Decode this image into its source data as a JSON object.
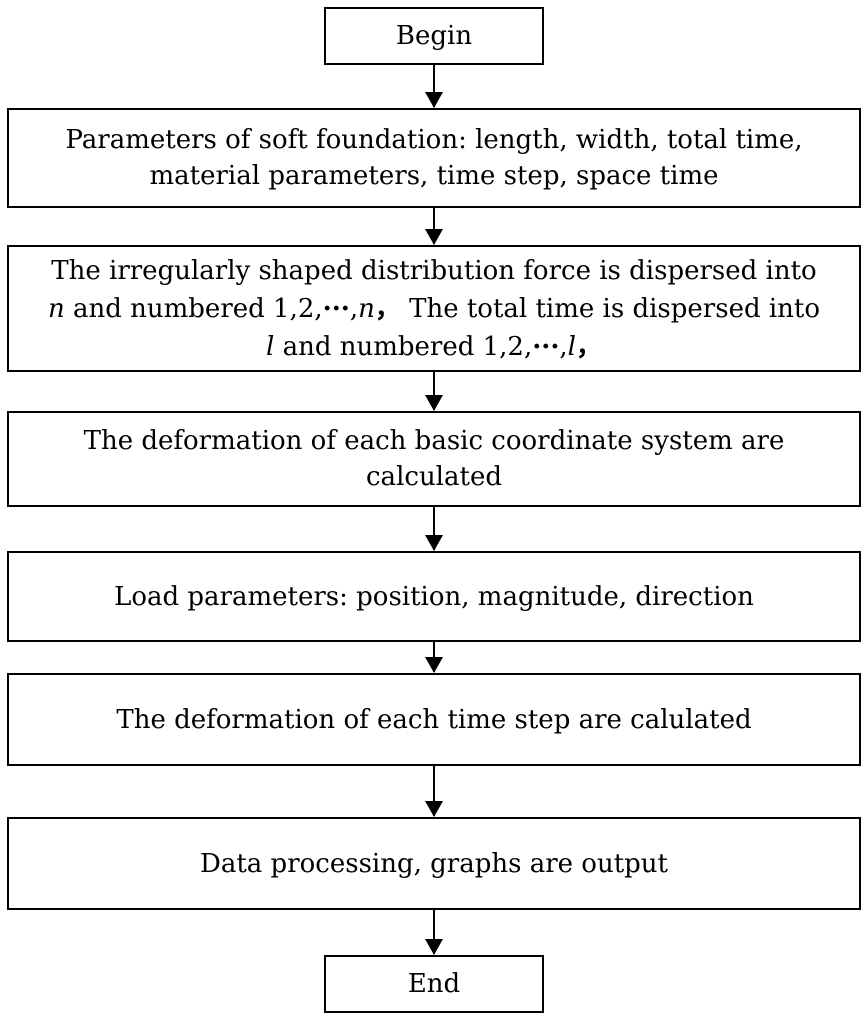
{
  "flowchart": {
    "steps": [
      {
        "id": "begin",
        "lines": [
          "Begin"
        ]
      },
      {
        "id": "soft-foundation-parameters",
        "lines": [
          "Parameters of soft foundation: length, width, total time,",
          "material parameters, time step, space time"
        ]
      },
      {
        "id": "force-dispersion",
        "line1": "The irregularly shaped distribution force is dispersed into",
        "line2": {
          "var": "n",
          "text_a": " and numbered 1,2,",
          "ellipsis": "···",
          "comma": ",",
          "var_end": "n",
          "sep": "，",
          "text_b": " The total time is dispersed into"
        },
        "line3": {
          "var": "l",
          "text_a": " and numbered 1,2,",
          "ellipsis": "···",
          "comma": ",",
          "var_end": "l",
          "sep": "，"
        }
      },
      {
        "id": "basic-coordinate-deformation",
        "lines": [
          "The deformation of each basic coordinate system are",
          "calculated"
        ]
      },
      {
        "id": "load-parameters",
        "lines": [
          "Load parameters: position, magnitude, direction"
        ]
      },
      {
        "id": "time-step-deformation",
        "lines": [
          "The deformation of each time step are calulated"
        ]
      },
      {
        "id": "data-processing",
        "lines": [
          "Data processing, graphs are output"
        ]
      },
      {
        "id": "end",
        "lines": [
          "End"
        ]
      }
    ]
  }
}
